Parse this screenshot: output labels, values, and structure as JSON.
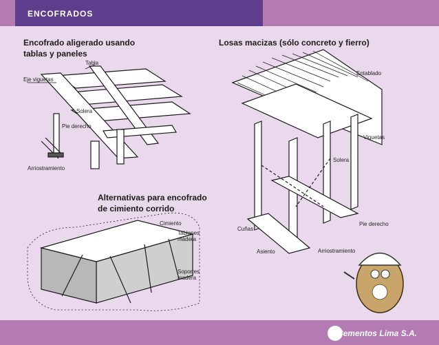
{
  "header": {
    "title": "ENCOFRADOS"
  },
  "sections": {
    "aligerado": {
      "title_line1": "Encofrado aligerado usando",
      "title_line2": "tablas y paneles",
      "labels": {
        "tabla": "Tabla",
        "eje_viguetas": "Eje viguetas",
        "solera": "Solera",
        "pie_derecho": "Pie derecho",
        "arriostramiento": "Arriostramiento"
      }
    },
    "losas": {
      "title": "Losas macizas (sólo concreto y fierro)",
      "labels": {
        "entablado": "Entablado",
        "viguetas": "Viguetas",
        "solera": "Solera",
        "cunas": "Cuñas",
        "pie_derecho": "Pie derecho",
        "asiento": "Asiento",
        "arriostramiento": "Arriostramiento"
      }
    },
    "cimiento": {
      "title_line1": "Alternativas para encofrado",
      "title_line2": "de cimiento corrido",
      "labels": {
        "cimiento": "Cimiento",
        "tablones_1": "Tablones",
        "tablones_2": "madera",
        "soportes_1": "Soportes",
        "soportes_2": "madera"
      }
    }
  },
  "footer": {
    "brand": "Cementos Lima S.A."
  },
  "colors": {
    "header_dark": "#5e3d8c",
    "band": "#b47ab2",
    "background": "#ead9ec"
  }
}
